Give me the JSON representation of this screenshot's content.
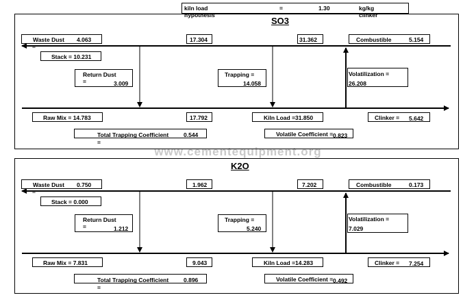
{
  "header": {
    "label1": "kiln load",
    "label2": "hypothesis",
    "eq": "=",
    "value": "1.30",
    "unit1": "kg/kg",
    "unit2": "clinker"
  },
  "watermark": "www.cementequipment.org",
  "so3": {
    "title": "SO3",
    "waste_dust_label": "Waste Dust",
    "waste_dust_value": "4.063",
    "waste_dust_eq": "=",
    "top_mid1": "17.304",
    "top_mid2": "31.362",
    "combustible_label": "Combustible",
    "combustible_value": "5.154",
    "stack": "Stack = 10.231",
    "return_dust_label": "Return Dust",
    "return_dust_eq": "=",
    "return_dust_value": "3.009",
    "trapping_label": "Trapping =",
    "trapping_value": "14.058",
    "volatilization_label": "Volatilization =",
    "volatilization_value": "26.208",
    "raw_mix": "Raw Mix = 14.783",
    "bottom_mid": "17.792",
    "kiln_load": "Kiln Load =31.850",
    "clinker_label": "Clinker =",
    "clinker_value": "5.642",
    "ttc_label": "Total Trapping Coefficient",
    "ttc_eq": "=",
    "ttc_value": "0.544",
    "vc_label": "Volatile Coefficient =",
    "vc_value": "0.823"
  },
  "k2o": {
    "title": "K2O",
    "waste_dust_label": "Waste Dust",
    "waste_dust_value": "0.750",
    "waste_dust_eq": "=",
    "top_mid1": "1.962",
    "top_mid2": "7.202",
    "combustible_label": "Combustible",
    "combustible_value": "0.173",
    "stack": "Stack = 0.000",
    "return_dust_label": "Return Dust",
    "return_dust_eq": "=",
    "return_dust_value": "1.212",
    "trapping_label": "Trapping =",
    "trapping_value": "5.240",
    "volatilization_label": "Volatilization =",
    "volatilization_value": "7.029",
    "raw_mix": "Raw Mix = 7.831",
    "bottom_mid": "9.043",
    "kiln_load": "Kiln Load =14.283",
    "clinker_label": "Clinker =",
    "clinker_value": "7.254",
    "ttc_label": "Total Trapping Coefficient",
    "ttc_eq": "=",
    "ttc_value": "0.896",
    "vc_label": "Volatile Coefficient =",
    "vc_value": "0.492"
  }
}
